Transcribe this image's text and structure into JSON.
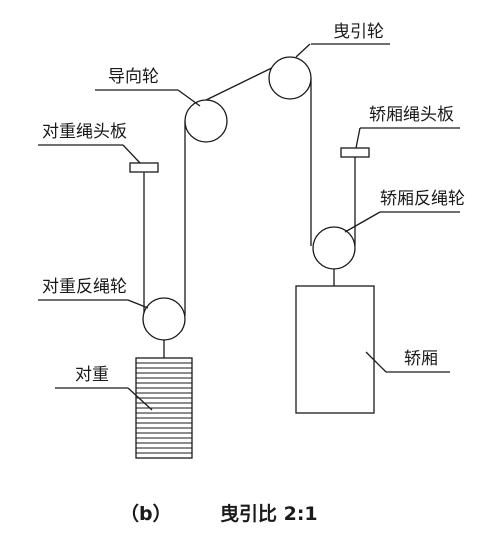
{
  "labels": {
    "traction_sheave": "曳引轮",
    "guide_sheave": "导向轮",
    "cw_hitch_plate": "对重绳头板",
    "car_hitch_plate": "轿厢绳头板",
    "car_diverter_sheave": "轿厢反绳轮",
    "cw_diverter_sheave": "对重反绳轮",
    "counterweight": "对重",
    "car": "轿厢"
  },
  "caption": {
    "panel": "（b）",
    "title": "曳引比 2:1"
  }
}
